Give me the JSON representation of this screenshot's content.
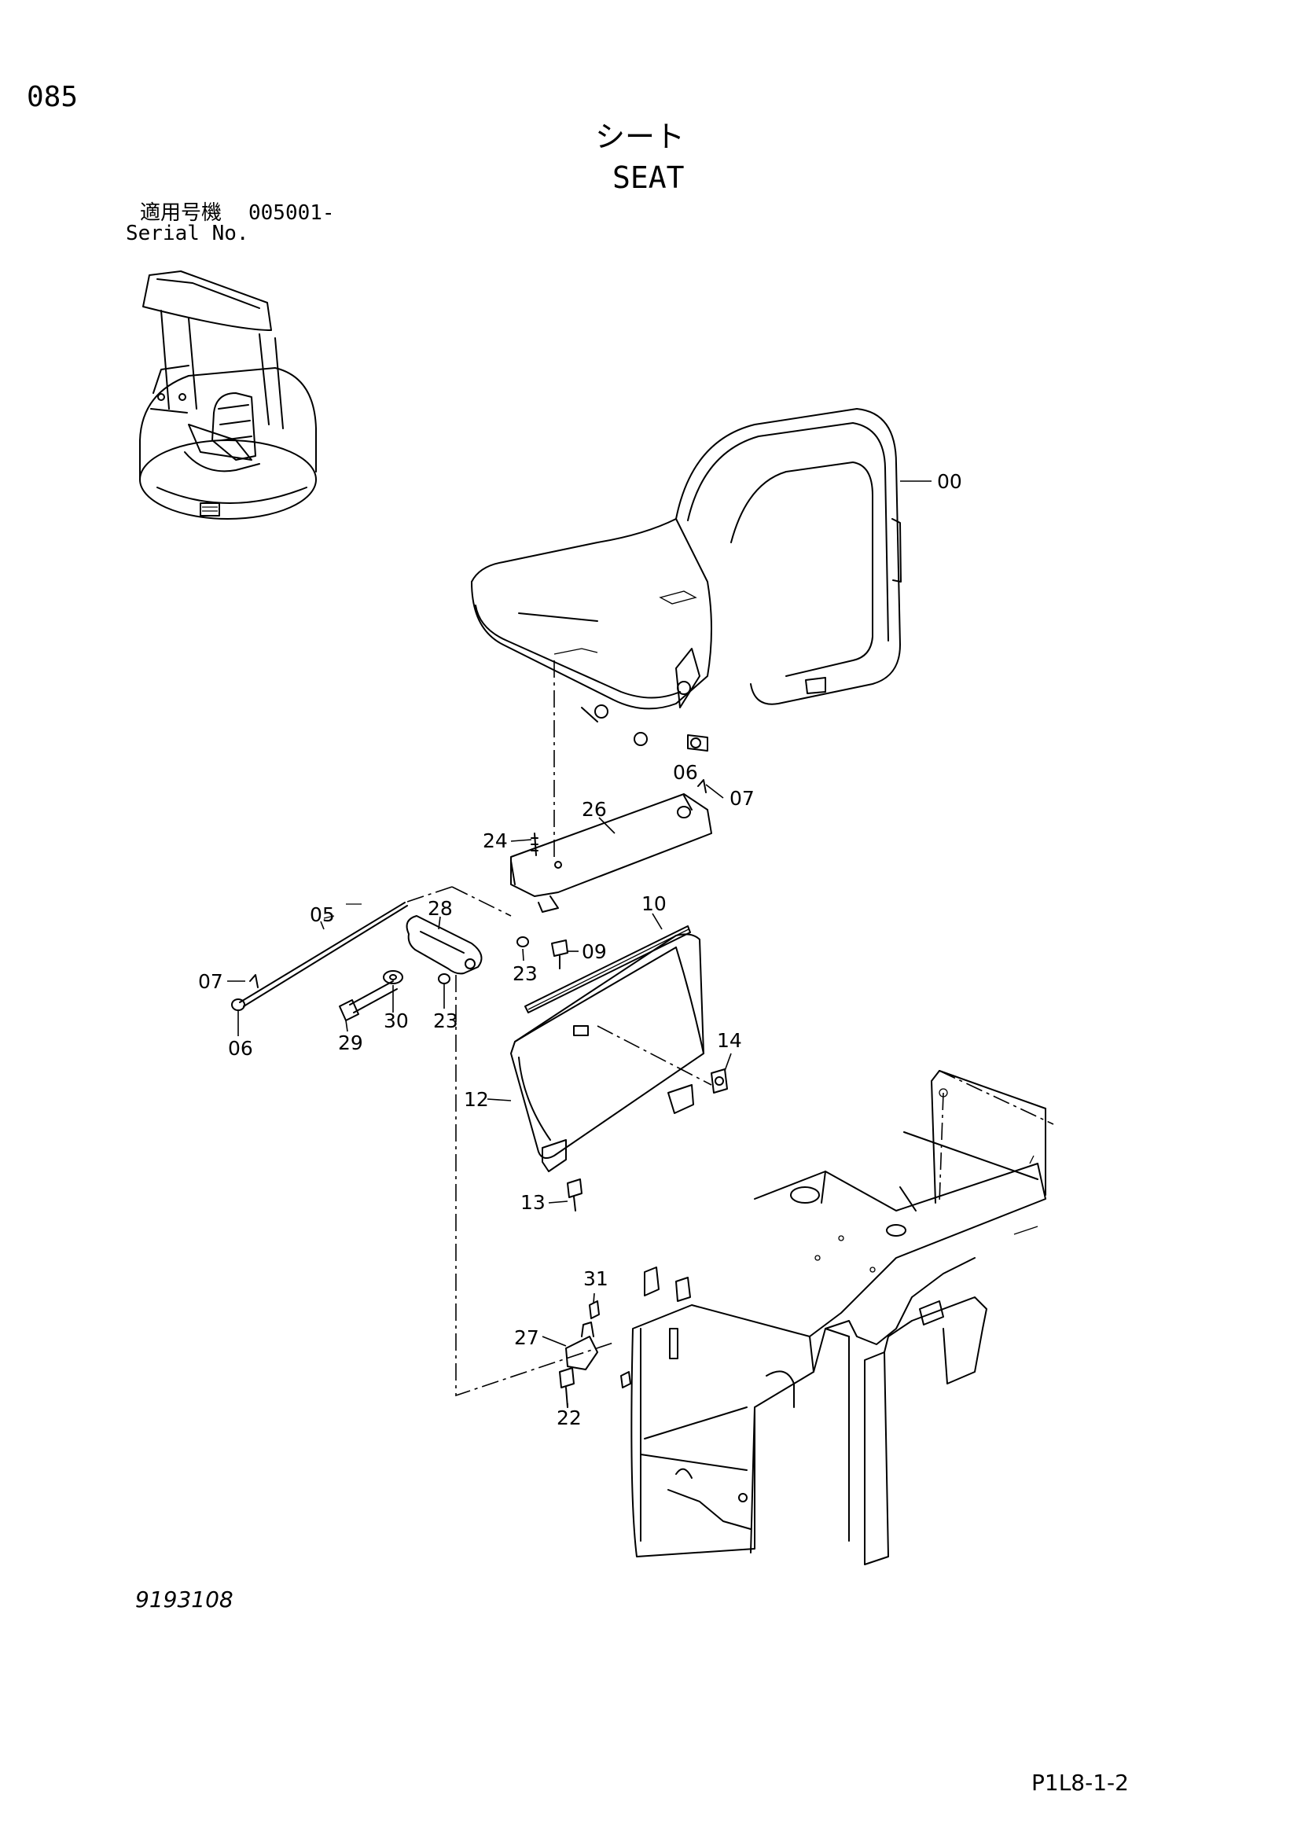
{
  "page": {
    "number": "085",
    "title_jp": "シート",
    "title_en": "SEAT",
    "serial_label_jp": "適用号機",
    "serial_value": "005001-",
    "serial_label_en": "Serial No.",
    "drawing_no": "9193108",
    "sheet_ref": "P1L8-1-2"
  },
  "callouts": [
    {
      "id": "00",
      "label": "00"
    },
    {
      "id": "06a",
      "label": "06"
    },
    {
      "id": "07a",
      "label": "07"
    },
    {
      "id": "26",
      "label": "26"
    },
    {
      "id": "24",
      "label": "24"
    },
    {
      "id": "05",
      "label": "05"
    },
    {
      "id": "28",
      "label": "28"
    },
    {
      "id": "10",
      "label": "10"
    },
    {
      "id": "09",
      "label": "09"
    },
    {
      "id": "07b",
      "label": "07"
    },
    {
      "id": "23a",
      "label": "23"
    },
    {
      "id": "30",
      "label": "30"
    },
    {
      "id": "23b",
      "label": "23"
    },
    {
      "id": "29",
      "label": "29"
    },
    {
      "id": "06b",
      "label": "06"
    },
    {
      "id": "14",
      "label": "14"
    },
    {
      "id": "12",
      "label": "12"
    },
    {
      "id": "13",
      "label": "13"
    },
    {
      "id": "31",
      "label": "31"
    },
    {
      "id": "27",
      "label": "27"
    },
    {
      "id": "22",
      "label": "22"
    }
  ]
}
